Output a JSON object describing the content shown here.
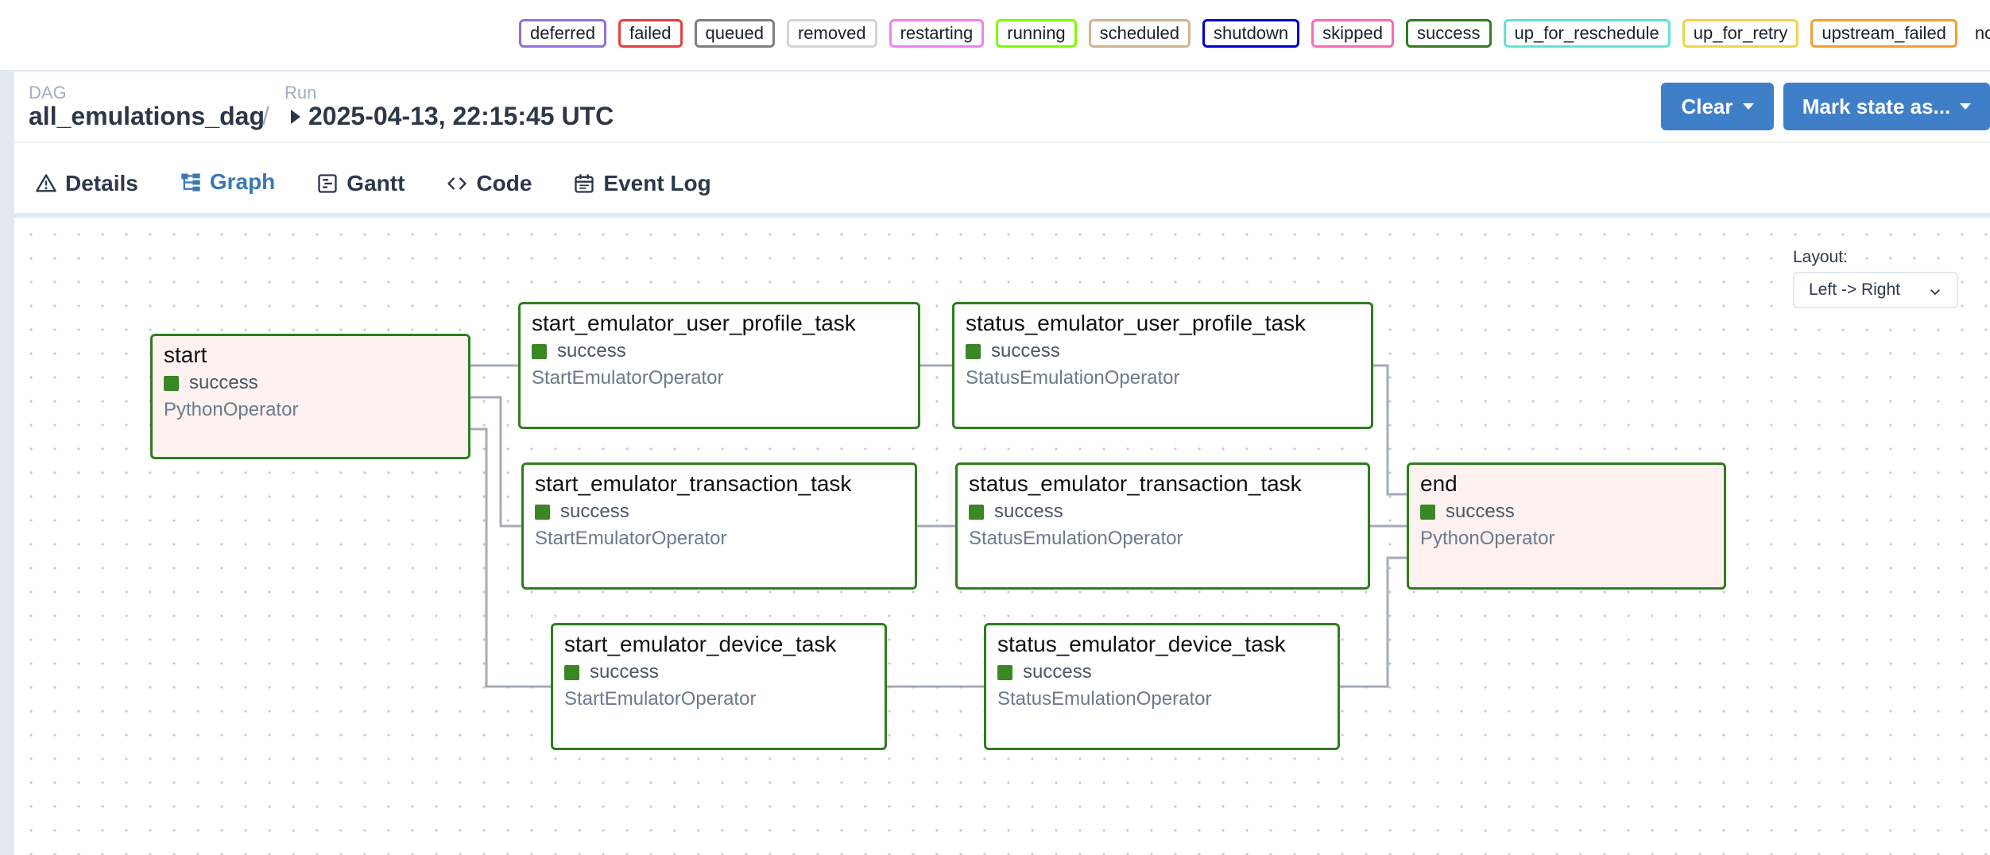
{
  "legend": [
    {
      "label": "deferred",
      "color": "#9370db"
    },
    {
      "label": "failed",
      "color": "#e53e3e"
    },
    {
      "label": "queued",
      "color": "#808080"
    },
    {
      "label": "removed",
      "color": "#d3d3d3"
    },
    {
      "label": "restarting",
      "color": "#ee82ee"
    },
    {
      "label": "running",
      "color": "#7cfc00"
    },
    {
      "label": "scheduled",
      "color": "#d2b48c"
    },
    {
      "label": "shutdown",
      "color": "#0000cd"
    },
    {
      "label": "skipped",
      "color": "#ff69b4"
    },
    {
      "label": "success",
      "color": "#2f7d1f"
    },
    {
      "label": "up_for_reschedule",
      "color": "#66e0d8"
    },
    {
      "label": "up_for_retry",
      "color": "#f0d44a"
    },
    {
      "label": "upstream_failed",
      "color": "#f0a030"
    },
    {
      "label": "no_status",
      "color": ""
    }
  ],
  "header": {
    "dag_label": "DAG",
    "dag_name": "all_emulations_dag",
    "separator": "/",
    "run_label": "Run",
    "run_value": "2025-04-13, 22:15:45 UTC",
    "clear_label": "Clear",
    "mark_label": "Mark state as..."
  },
  "tabs": [
    {
      "label": "Details",
      "icon": "warning-icon",
      "active": false
    },
    {
      "label": "Graph",
      "icon": "graph-icon",
      "active": true
    },
    {
      "label": "Gantt",
      "icon": "gantt-icon",
      "active": false
    },
    {
      "label": "Code",
      "icon": "code-icon",
      "active": false
    },
    {
      "label": "Event Log",
      "icon": "calendar-icon",
      "active": false
    }
  ],
  "layout": {
    "label": "Layout:",
    "value": "Left -> Right"
  },
  "nodes": {
    "start": {
      "name": "start",
      "state": "success",
      "operator": "PythonOperator"
    },
    "s_user": {
      "name": "start_emulator_user_profile_task",
      "state": "success",
      "operator": "StartEmulatorOperator"
    },
    "st_user": {
      "name": "status_emulator_user_profile_task",
      "state": "success",
      "operator": "StatusEmulationOperator"
    },
    "s_tx": {
      "name": "start_emulator_transaction_task",
      "state": "success",
      "operator": "StartEmulatorOperator"
    },
    "st_tx": {
      "name": "status_emulator_transaction_task",
      "state": "success",
      "operator": "StatusEmulationOperator"
    },
    "end": {
      "name": "end",
      "state": "success",
      "operator": "PythonOperator"
    },
    "s_dev": {
      "name": "start_emulator_device_task",
      "state": "success",
      "operator": "StartEmulatorOperator"
    },
    "st_dev": {
      "name": "status_emulator_device_task",
      "state": "success",
      "operator": "StatusEmulationOperator"
    }
  }
}
